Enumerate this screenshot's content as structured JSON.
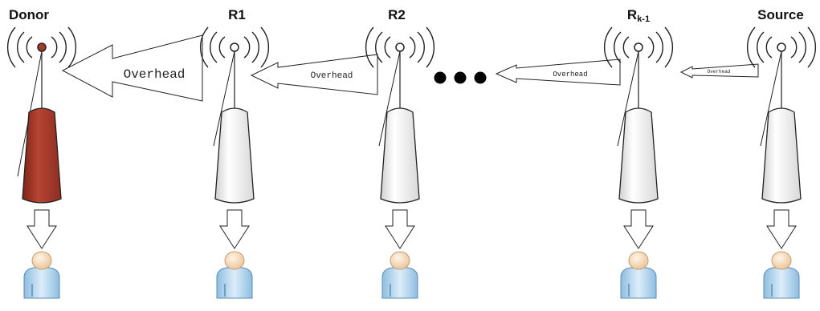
{
  "nodes": [
    {
      "label": "Donor",
      "sub": "",
      "fill": "#a83a2a"
    },
    {
      "label": "R1",
      "sub": "",
      "fill": "#e8e8e8"
    },
    {
      "label": "R2",
      "sub": "",
      "fill": "#e8e8e8"
    },
    {
      "label": "R",
      "sub": "k-1",
      "fill": "#e8e8e8"
    },
    {
      "label": "Source",
      "sub": "",
      "fill": "#e8e8e8"
    }
  ],
  "links": [
    {
      "text": "Overhead"
    },
    {
      "text": "Overhead"
    },
    {
      "text": "Overhead"
    },
    {
      "text": "Overhead"
    }
  ],
  "ellipsis_icon": "three-dots",
  "colors": {
    "donor": "#a83a2a",
    "relay": "#e8e8e8",
    "user_head": "#f3d9b8",
    "user_body": "#b9d7ee"
  }
}
